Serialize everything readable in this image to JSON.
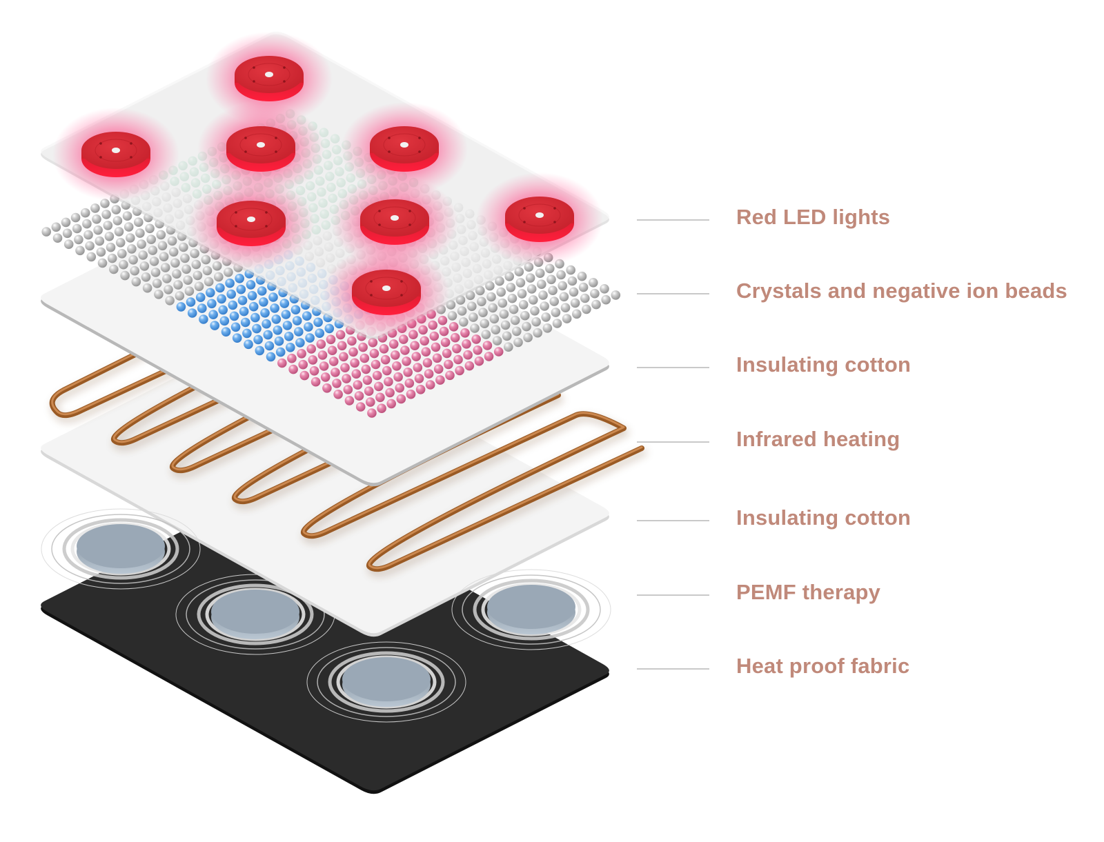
{
  "diagram": {
    "type": "exploded layer diagram",
    "colors": {
      "label_text": "#c0897a",
      "leader_line": "#c9c9c9",
      "led_red": "#d8242f",
      "led_glow": "#ff3d7f",
      "bead_green": "#6cc79a",
      "bead_gray": "#bdbdbd",
      "bead_blue": "#5fa6e8",
      "bead_pink": "#e27aa1",
      "copper": "#b87333",
      "fabric_black": "#2b2b2b",
      "pemf_disc": "#9aa8b6",
      "cotton_white": "#f4f4f4"
    },
    "layers": [
      {
        "id": "red-led-lights",
        "label": "Red LED lights",
        "led_count": 8
      },
      {
        "id": "crystals-beads",
        "label": "Crystals and negative ion beads",
        "bead_groups": [
          "green",
          "gray",
          "blue",
          "pink"
        ]
      },
      {
        "id": "insulating-cotton-1",
        "label": "Insulating cotton"
      },
      {
        "id": "infrared-heating",
        "label": "Infrared heating"
      },
      {
        "id": "insulating-cotton-2",
        "label": "Insulating cotton"
      },
      {
        "id": "pemf-therapy",
        "label": "PEMF therapy",
        "coil_count": 4
      },
      {
        "id": "heat-proof-fabric",
        "label": "Heat proof fabric"
      }
    ]
  }
}
